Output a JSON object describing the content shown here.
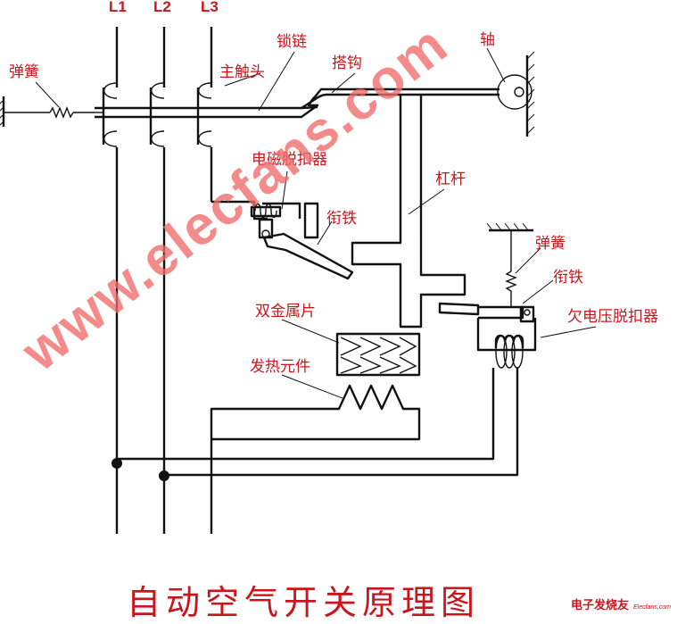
{
  "phases": [
    "L1",
    "L2",
    "L3"
  ],
  "labels": {
    "spring_left": "弹簧",
    "main_contact": "主触头",
    "lock_chain": "锁链",
    "hook": "搭钩",
    "shaft": "轴",
    "em_release": "电磁脱扣器",
    "armature_1": "衔铁",
    "lever": "杠杆",
    "spring_right": "弹簧",
    "armature_2": "衔铁",
    "undervoltage_release": "欠电压脱扣器",
    "bimetal": "双金属片",
    "heater": "发热元件"
  },
  "title": "自动空气开关原理图",
  "watermark": "www.elecfans.com",
  "stamp": {
    "cn": "电子发烧友",
    "en": "Elecfans.com"
  },
  "colors": {
    "label": "#c8161d",
    "watermark": "#f26b6b",
    "line": "#111111"
  }
}
